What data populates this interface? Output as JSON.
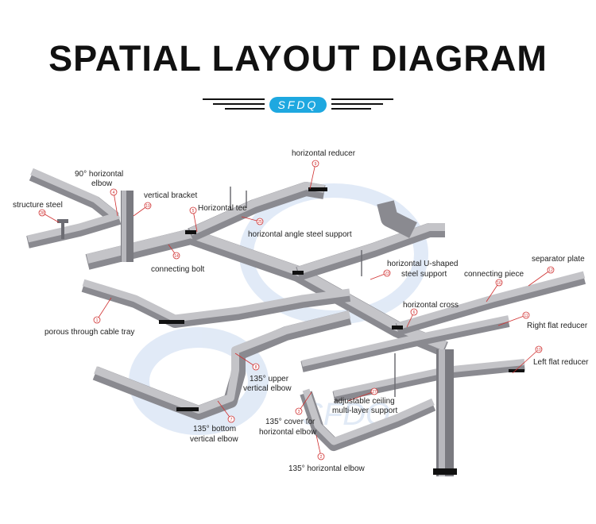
{
  "title": "SPATIAL LAYOUT DIAGRAM",
  "brand": "SFDQ",
  "watermark": "SFDQ",
  "colors": {
    "tray": "#a9a9ae",
    "tray_dark": "#6d6d73",
    "accent": "#1ea8e0",
    "callout": "#d03030",
    "watermark": "#c9d9f0"
  },
  "labels": [
    {
      "text": "horizontal reducer",
      "num": "9"
    },
    {
      "text": "90° horizontal",
      "num": "4"
    },
    {
      "text": "elbow"
    },
    {
      "text": "vertical bracket",
      "num": "19"
    },
    {
      "text": "structure steel",
      "num": "28"
    },
    {
      "text": "Horizontal tee",
      "num": "5"
    },
    {
      "text": "horizontal angle steel support",
      "num": "25"
    },
    {
      "text": "connecting bolt",
      "num": "14"
    },
    {
      "text": "horizontal U-shaped",
      "num": "23"
    },
    {
      "text": "steel support"
    },
    {
      "text": "separator plate",
      "num": "12"
    },
    {
      "text": "connecting piece",
      "num": "16"
    },
    {
      "text": "porous through cable tray",
      "num": "1"
    },
    {
      "text": "horizontal cross",
      "num": "6"
    },
    {
      "text": "Right flat reducer",
      "num": "11"
    },
    {
      "text": "Left flat reducer",
      "num": "10"
    },
    {
      "text": "135° upper",
      "num": "8"
    },
    {
      "text": "vertical elbow"
    },
    {
      "text": "adjustable ceiling",
      "num": "27"
    },
    {
      "text": "multi-layer support"
    },
    {
      "text": "135° cover for",
      "num": "3"
    },
    {
      "text": "horizontal elbow"
    },
    {
      "text": "135° bottom",
      "num": "7"
    },
    {
      "text": "vertical elbow"
    },
    {
      "text": "135° horizontal elbow",
      "num": "2"
    }
  ]
}
